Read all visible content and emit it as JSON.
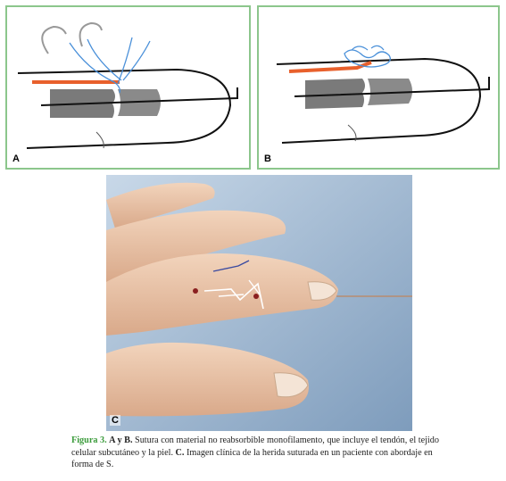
{
  "panels": {
    "a": {
      "label": "A"
    },
    "b": {
      "label": "B"
    },
    "c": {
      "label": "C"
    }
  },
  "caption": {
    "figure": "Figura 3.",
    "ab_label": "A y B.",
    "ab_text": "Sutura con material no reabsorbible monofilamento, que incluye el tendón, el tejido celular subcutáneo y la piel.",
    "c_label": "C.",
    "c_text": "Imagen clínica de la herida suturada en un paciente con abordaje en forma de S."
  },
  "colors": {
    "panel_border": "#8cc68c",
    "tendon": "#e8602c",
    "suture": "#4a90d9",
    "bone": "#7a7a7a",
    "figure_label": "#3c9c3c"
  }
}
